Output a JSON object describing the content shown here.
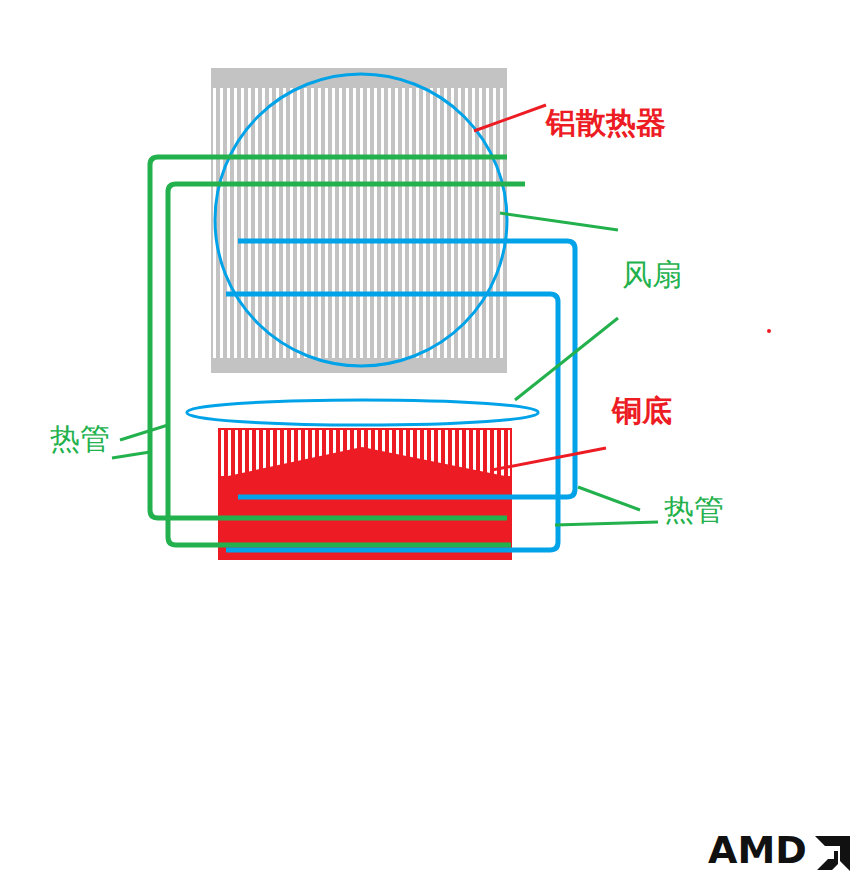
{
  "diagram": {
    "labels": [
      "铝散热器",
      "风扇",
      "铜底",
      "热管",
      "热管",
      "AMD"
    ]
  }
}
